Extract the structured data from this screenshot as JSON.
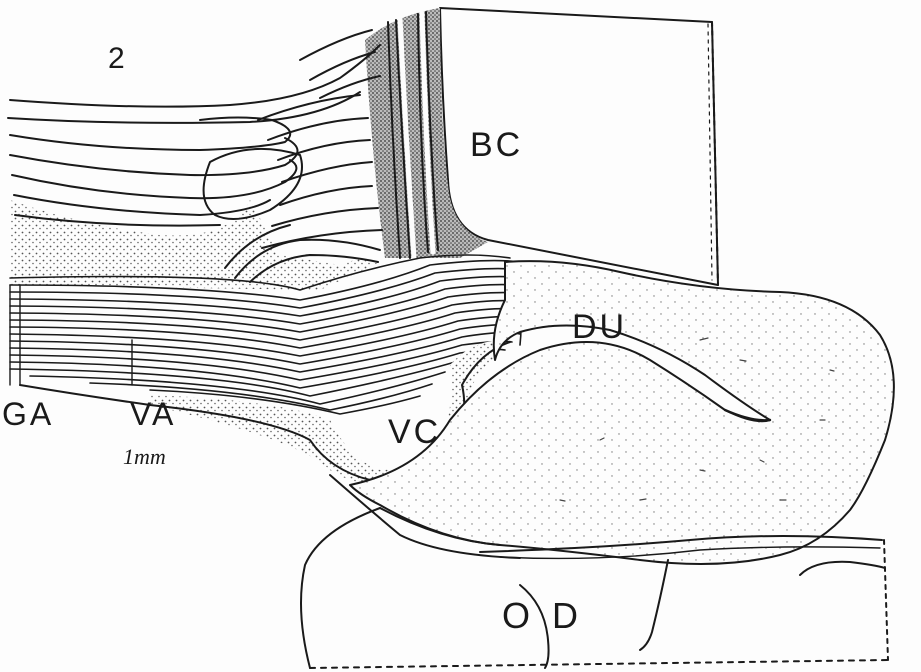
{
  "figure": {
    "number": "2",
    "labels": {
      "bc": "BC",
      "du": "DU",
      "vc": "VC",
      "ga": "GA",
      "va": "VA",
      "od": "O D"
    },
    "scale_bar": "1mm"
  },
  "colors": {
    "ink": "#1a1a1a",
    "paper": "#fdfdfd",
    "stipple": "#7a7a7a"
  }
}
